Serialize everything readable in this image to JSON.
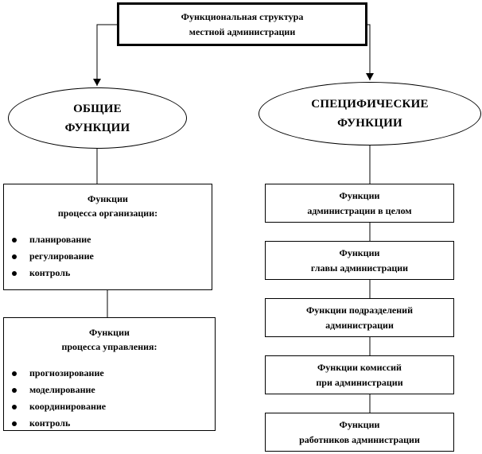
{
  "diagram": {
    "title": {
      "lines": [
        "Функциональная структура",
        "местной администрации"
      ]
    },
    "general_functions": {
      "lines": [
        "ОБЩИЕ",
        "ФУНКЦИИ"
      ]
    },
    "specific_functions": {
      "lines": [
        "СПЕЦИФИЧЕСКИЕ",
        "ФУНКЦИИ"
      ]
    },
    "organization_box": {
      "heading_lines": [
        "Функции",
        "процесса организации:"
      ],
      "items": [
        "планирование",
        "регулирование",
        "контроль"
      ]
    },
    "management_box": {
      "heading_lines": [
        "Функции",
        "процесса управления:"
      ],
      "items": [
        "прогнозирование",
        "моделирование",
        "координирование",
        "контроль"
      ]
    },
    "specific_boxes": [
      {
        "lines": [
          "Функции",
          "администрации в целом"
        ]
      },
      {
        "lines": [
          "Функции",
          "главы администрации"
        ]
      },
      {
        "lines": [
          "Функции подразделений",
          "администрации"
        ]
      },
      {
        "lines": [
          "Функции комиссий",
          "при администрации"
        ]
      },
      {
        "lines": [
          "Функции",
          "работников администрации"
        ]
      }
    ],
    "colors": {
      "line": "#000000",
      "background": "#ffffff"
    }
  }
}
